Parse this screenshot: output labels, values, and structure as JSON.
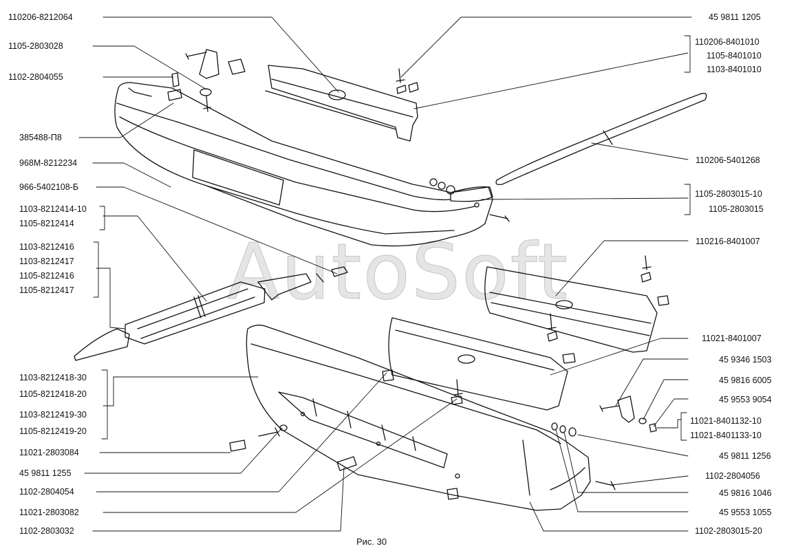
{
  "caption": "Рис. 30",
  "watermark": "AutoSoft",
  "labels_left": [
    {
      "id": "l1",
      "text": "110206-8212064"
    },
    {
      "id": "l2",
      "text": "1105-2803028"
    },
    {
      "id": "l3",
      "text": "1102-2804055"
    },
    {
      "id": "l4",
      "text": "385488-П8"
    },
    {
      "id": "l5",
      "text": "968М-8212234"
    },
    {
      "id": "l6",
      "text": "966-5402108-Б"
    },
    {
      "id": "l7",
      "text": "1103-8212414-10"
    },
    {
      "id": "l8",
      "text": "1105-8212414"
    },
    {
      "id": "l9",
      "text": "1103-8212416"
    },
    {
      "id": "l10",
      "text": "1103-8212417"
    },
    {
      "id": "l11",
      "text": "1105-8212416"
    },
    {
      "id": "l12",
      "text": "1105-8212417"
    },
    {
      "id": "l13",
      "text": "1103-8212418-30"
    },
    {
      "id": "l14",
      "text": "1105-8212418-20"
    },
    {
      "id": "l15",
      "text": "1103-8212419-30"
    },
    {
      "id": "l16",
      "text": "1105-8212419-20"
    },
    {
      "id": "l17",
      "text": "11021-2803084"
    },
    {
      "id": "l18",
      "text": "45 9811 1255"
    },
    {
      "id": "l19",
      "text": "1102-2804054"
    },
    {
      "id": "l20",
      "text": "11021-2803082"
    },
    {
      "id": "l21",
      "text": "1102-2803032"
    }
  ],
  "labels_right": [
    {
      "id": "r1",
      "text": "45 9811 1205"
    },
    {
      "id": "r2",
      "text": "110206-8401010"
    },
    {
      "id": "r3",
      "text": "1105-8401010"
    },
    {
      "id": "r4",
      "text": "1103-8401010"
    },
    {
      "id": "r5",
      "text": "110206-5401268"
    },
    {
      "id": "r6",
      "text": "1105-2803015-10"
    },
    {
      "id": "r7",
      "text": "1105-2803015"
    },
    {
      "id": "r8",
      "text": "110216-8401007"
    },
    {
      "id": "r9",
      "text": "11021-8401007"
    },
    {
      "id": "r10",
      "text": "45 9346 1503"
    },
    {
      "id": "r11",
      "text": "45 9816 6005"
    },
    {
      "id": "r12",
      "text": "45 9553 9054"
    },
    {
      "id": "r13",
      "text": "11021-8401132-10"
    },
    {
      "id": "r14",
      "text": "11021-8401133-10"
    },
    {
      "id": "r15",
      "text": "45 9811 1256"
    },
    {
      "id": "r16",
      "text": "1102-2804056"
    },
    {
      "id": "r17",
      "text": "45 9816 1046"
    },
    {
      "id": "r18",
      "text": "45 9553 1055"
    },
    {
      "id": "r19",
      "text": "1102-2803015-20"
    }
  ]
}
